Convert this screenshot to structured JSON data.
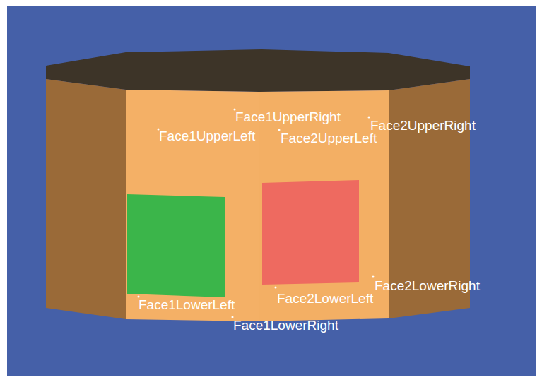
{
  "diagram": {
    "labels": [
      "Face1UpperRight",
      "Face1UpperLeft",
      "Face2UpperLeft",
      "Face2UpperRight",
      "Face2LowerRight",
      "Face2LowerLeft",
      "Face1LowerLeft",
      "Face1LowerRight"
    ]
  }
}
